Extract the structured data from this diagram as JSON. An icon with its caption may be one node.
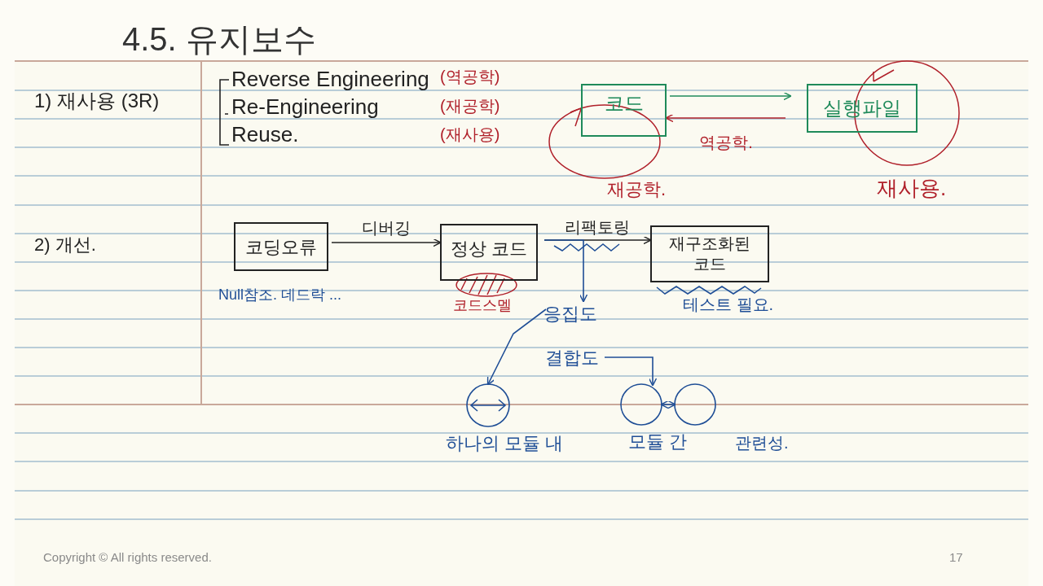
{
  "diagram": {
    "title": "4.5. 유지보수",
    "nodes": [
      {
        "text": [
          "코드"
        ]
      },
      {
        "text": [
          "실행파일"
        ]
      },
      {
        "text": [
          "코딩오류"
        ]
      },
      {
        "text": [
          "정상 코드"
        ]
      },
      {
        "text": [
          "재구조화된 코드"
        ]
      },
      {
        "text": [
          "응집도"
        ]
      },
      {
        "text": [],
        "shape": "circle",
        "beside": [
          "하나의 모듈 내"
        ]
      },
      {
        "text": [
          "결합도"
        ]
      },
      {
        "text": [],
        "shape": "circle",
        "beside": [
          "모듈 간"
        ]
      },
      {
        "text": [],
        "shape": "circle"
      }
    ],
    "edges": [
      {
        "from": 0,
        "to": 1,
        "arrow": "to",
        "color": "#1f8a5a"
      },
      {
        "from": 1,
        "to": 0,
        "arrow": "to",
        "label": "역공학.",
        "color": "#b0202a"
      },
      {
        "from": 2,
        "to": 3,
        "arrow": "to",
        "label": "디버깅",
        "color": "#222222"
      },
      {
        "from": 3,
        "to": 4,
        "arrow": "to",
        "label": "리팩토링",
        "color": "#222222"
      },
      {
        "from": 3,
        "to": 5,
        "arrow": "to"
      },
      {
        "from": 5,
        "to": 6,
        "arrow": "to"
      },
      {
        "from": 7,
        "to": 8,
        "arrow": "to"
      },
      {
        "from": 8,
        "to": 9,
        "arrow": "both"
      }
    ],
    "labels": [
      "1) 재사용 (3R)",
      "Reverse Engineering",
      "(역공학)",
      "Re-Engineering",
      "(재공학)",
      "Reuse.",
      "(재사용)",
      "재공학.",
      "재사용.",
      "2) 개선.",
      "Null참조. 데드락 ...",
      "코드스멜",
      "테스트 필요.",
      "관련성.",
      "Copyright © All rights reserved.",
      "17"
    ]
  }
}
